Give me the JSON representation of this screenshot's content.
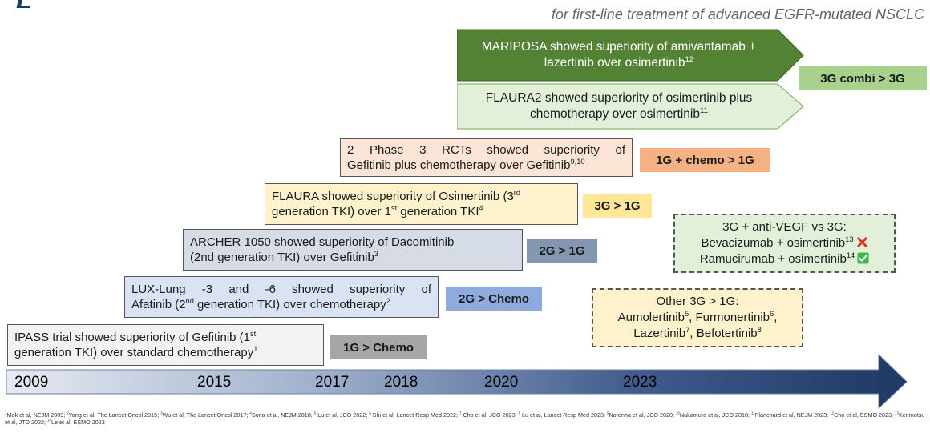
{
  "subtitle": "for first-line treatment of advanced EGFR-mutated NSCLC",
  "colors": {
    "dark_green": "#548235",
    "light_green_fill": "#e2f0d9",
    "light_green_badge": "#a9d18e",
    "orange_badge": "#f4b183",
    "yellow_fill": "#fff2cc",
    "yellow_badge": "#ffe699",
    "slate_fill": "#d6dce5",
    "slate_badge": "#8497b0",
    "blue_fill": "#dae3f3",
    "blue_badge": "#8faadc",
    "grey_badge": "#a6a6a6",
    "timeline_start": "#e6eaf2",
    "timeline_end": "#1f3864"
  },
  "timeline": {
    "years": [
      "2009",
      "2015",
      "2017",
      "2018",
      "2020",
      "2023"
    ]
  },
  "events": {
    "mariposa": {
      "lines": [
        "MARIPOSA showed superiority of amivantamab +",
        "lazertinib over osimertinib"
      ],
      "sup": "12"
    },
    "flaura2": {
      "lines": [
        "FLAURA2 showed superiority of osimertinib plus",
        "chemotherapy over osimertinib"
      ],
      "sup": "11"
    },
    "rcts": {
      "lines": [
        "2 Phase 3 RCTs showed superiority of",
        "Gefitinib plus chemotherapy over Gefitinib"
      ],
      "sup": "9,10"
    },
    "flaura": {
      "l1a": "FLAURA showed superiority of Osimertinib (3",
      "l1sup": "rd",
      "l2a": "generation TKI) over 1",
      "l2sup": "st",
      "l2b": " generation TKI",
      "l2ref": "4"
    },
    "archer": {
      "l1": "ARCHER 1050 showed superiority of Dacomitinib",
      "l2": "(2nd generation TKI) over Gefitinib",
      "ref": "3"
    },
    "lux": {
      "l1": "LUX-Lung -3 and -6 showed superiority of",
      "l2a": "Afatinib (2",
      "l2sup": "nd",
      "l2b": " generation TKI) over chemotherapy",
      "ref": "2"
    },
    "ipass": {
      "l1a": "IPASS trial showed superiority of Gefitinib (1",
      "l1sup": "st",
      "l2": "generation TKI) over standard chemotherapy",
      "ref": "1"
    }
  },
  "badges": {
    "combi": "3G combi > 3G",
    "chemo1g": "1G + chemo > 1G",
    "g3g1": "3G > 1G",
    "g2g1": "2G > 1G",
    "g2chemo": "2G > Chemo",
    "g1chemo": "1G > Chemo"
  },
  "antivegf": {
    "title": "3G + anti-VEGF vs 3G:",
    "row1": "Bevacizumab + osimertinib",
    "row1_ref": "13",
    "row1_icon": "cross-icon",
    "row2": "Ramucirumab + osimertinib",
    "row2_ref": "14",
    "row2_icon": "check-icon"
  },
  "other3g": {
    "title": "Other 3G > 1G:",
    "l2a": "Aumolertinib",
    "l2a_ref": "5",
    "l2b": ", Furmonertinib",
    "l2b_ref": "6",
    "l2c": ",",
    "l3a": "Lazertinib",
    "l3a_ref": "7",
    "l3b": ", Befotertinib",
    "l3b_ref": "8"
  },
  "references": [
    {
      "n": "1",
      "t": "Mok et al, NEJM 2009; "
    },
    {
      "n": "2",
      "t": "Yang et al, The Lancet Oncol 2015; "
    },
    {
      "n": "3",
      "t": "Wu et al, The Lancet Oncol 2017; "
    },
    {
      "n": "4",
      "t": "Soria et al, NEJM 2018; "
    },
    {
      "n": "5",
      "t": " Lu et al, JCO 2022; "
    },
    {
      "n": "6",
      "t": " Shi et al, Lancet Resp Med 2022; "
    },
    {
      "n": "7",
      "t": " Cho et al, JCO 2023; "
    },
    {
      "n": "8",
      "t": " Lu et al, Lancet Resp Med 2023; "
    },
    {
      "n": "9",
      "t": "Noronha et al, JCO 2020; "
    },
    {
      "n": "10",
      "t": "Nakamura et al, JCO 2018; "
    },
    {
      "n": "11",
      "t": "Planchard et al, NEJM 2023; "
    },
    {
      "n": "12",
      "t": "Cho et al, ESMO 2023; "
    },
    {
      "n": "13",
      "t": "Kenmotsu et al, JTO 2022; "
    },
    {
      "n": "14",
      "t": "Le et al, ESMO 2023"
    }
  ]
}
